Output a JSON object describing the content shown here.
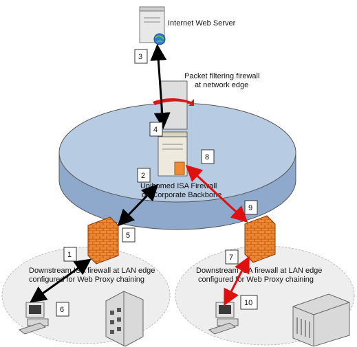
{
  "labels": {
    "internet_server": "Internet Web Server",
    "edge_firewall_line1": "Packet filtering firewall",
    "edge_firewall_line2": "at network edge",
    "backbone_line1": "Unihomed ISA Firewall",
    "backbone_line2": "on Corporate Backbone",
    "left_lan_line1": "Downstream ISA firewall at LAN edge",
    "left_lan_line2": "configured for Web Proxy chaining",
    "right_lan_line1": "Downstream ISA firewall at LAN edge",
    "right_lan_line2": "configured for Web Proxy chaining"
  },
  "steps": [
    "1",
    "2",
    "3",
    "4",
    "5",
    "6",
    "7",
    "8",
    "9",
    "10"
  ],
  "colors": {
    "backbone_fill": "#b7cbe3",
    "backbone_side": "#8fa9cc",
    "lan_fill": "#eeeeee",
    "arrow_black": "#000000",
    "arrow_red": "#e01010",
    "firewall_orange": "#f08a30"
  },
  "icons": [
    "server-icon",
    "globe-icon",
    "firewall-tower-icon",
    "isa-server-icon",
    "brick-firewall-icon",
    "workstation-icon",
    "building-icon"
  ]
}
